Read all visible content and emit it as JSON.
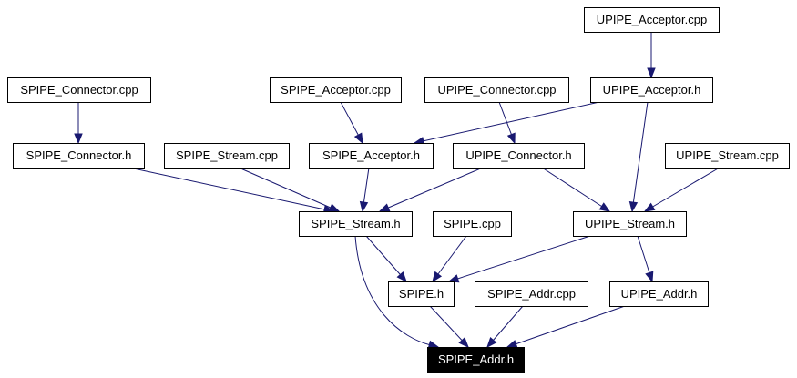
{
  "colors": {
    "edge": "#191970",
    "node_border": "#000000",
    "node_fill": "#ffffff",
    "highlight_fill": "#000000",
    "highlight_text": "#ffffff"
  },
  "nodes": [
    {
      "id": "upipe_acceptor_cpp",
      "label": "UPIPE_Acceptor.cpp"
    },
    {
      "id": "spipe_connector_cpp",
      "label": "SPIPE_Connector.cpp"
    },
    {
      "id": "spipe_acceptor_cpp",
      "label": "SPIPE_Acceptor.cpp"
    },
    {
      "id": "upipe_connector_cpp",
      "label": "UPIPE_Connector.cpp"
    },
    {
      "id": "upipe_acceptor_h",
      "label": "UPIPE_Acceptor.h"
    },
    {
      "id": "spipe_connector_h",
      "label": "SPIPE_Connector.h"
    },
    {
      "id": "spipe_stream_cpp",
      "label": "SPIPE_Stream.cpp"
    },
    {
      "id": "spipe_acceptor_h",
      "label": "SPIPE_Acceptor.h"
    },
    {
      "id": "upipe_connector_h",
      "label": "UPIPE_Connector.h"
    },
    {
      "id": "upipe_stream_cpp",
      "label": "UPIPE_Stream.cpp"
    },
    {
      "id": "spipe_stream_h",
      "label": "SPIPE_Stream.h"
    },
    {
      "id": "spipe_cpp",
      "label": "SPIPE.cpp"
    },
    {
      "id": "upipe_stream_h",
      "label": "UPIPE_Stream.h"
    },
    {
      "id": "spipe_h",
      "label": "SPIPE.h"
    },
    {
      "id": "spipe_addr_cpp",
      "label": "SPIPE_Addr.cpp"
    },
    {
      "id": "upipe_addr_h",
      "label": "UPIPE_Addr.h"
    },
    {
      "id": "spipe_addr_h",
      "label": "SPIPE_Addr.h",
      "highlight": true
    }
  ],
  "edges": [
    {
      "from": "upipe_acceptor_cpp",
      "to": "upipe_acceptor_h"
    },
    {
      "from": "spipe_connector_cpp",
      "to": "spipe_connector_h"
    },
    {
      "from": "spipe_acceptor_cpp",
      "to": "spipe_acceptor_h"
    },
    {
      "from": "upipe_connector_cpp",
      "to": "upipe_connector_h"
    },
    {
      "from": "upipe_acceptor_h",
      "to": "spipe_acceptor_h"
    },
    {
      "from": "upipe_acceptor_h",
      "to": "upipe_stream_h"
    },
    {
      "from": "spipe_connector_h",
      "to": "spipe_stream_h"
    },
    {
      "from": "spipe_stream_cpp",
      "to": "spipe_stream_h"
    },
    {
      "from": "spipe_acceptor_h",
      "to": "spipe_stream_h"
    },
    {
      "from": "upipe_connector_h",
      "to": "spipe_stream_h"
    },
    {
      "from": "upipe_connector_h",
      "to": "upipe_stream_h"
    },
    {
      "from": "upipe_stream_cpp",
      "to": "upipe_stream_h"
    },
    {
      "from": "spipe_stream_h",
      "to": "spipe_h"
    },
    {
      "from": "spipe_stream_h",
      "to": "spipe_addr_h"
    },
    {
      "from": "spipe_cpp",
      "to": "spipe_h"
    },
    {
      "from": "upipe_stream_h",
      "to": "spipe_h"
    },
    {
      "from": "upipe_stream_h",
      "to": "upipe_addr_h"
    },
    {
      "from": "spipe_h",
      "to": "spipe_addr_h"
    },
    {
      "from": "spipe_addr_cpp",
      "to": "spipe_addr_h"
    },
    {
      "from": "upipe_addr_h",
      "to": "spipe_addr_h"
    }
  ]
}
